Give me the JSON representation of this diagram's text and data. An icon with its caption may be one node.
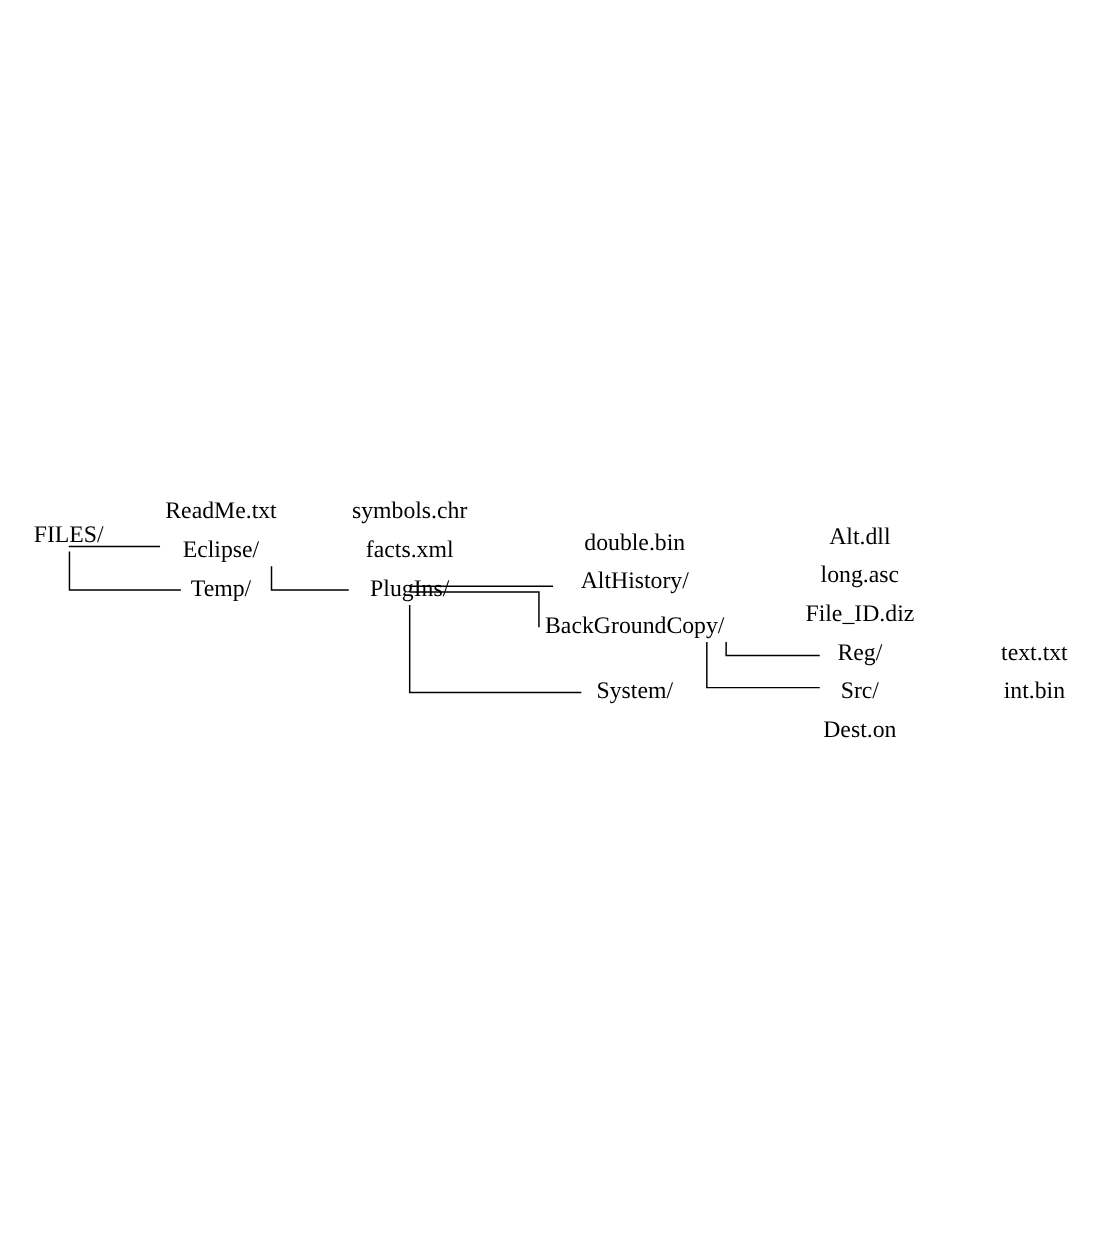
{
  "diagram": {
    "nodes": [
      {
        "text": [
          "FILES/"
        ]
      },
      {
        "text": [
          "ReadMe.txt"
        ]
      },
      {
        "text": [
          "Eclipse/"
        ]
      },
      {
        "text": [
          "symbols.chr"
        ]
      },
      {
        "text": [
          "facts.xml"
        ]
      },
      {
        "text": [
          "PlugIns/"
        ]
      },
      {
        "text": [
          "double.bin"
        ]
      },
      {
        "text": [
          "AltHistory/"
        ]
      },
      {
        "text": [
          "Alt.dll"
        ]
      },
      {
        "text": [
          "long.asc"
        ]
      },
      {
        "text": [
          "BackGroundCopy/"
        ]
      },
      {
        "text": [
          "File_ID.diz"
        ]
      },
      {
        "text": [
          "Reg/"
        ]
      },
      {
        "text": [
          "text.txt"
        ]
      },
      {
        "text": [
          "Src/"
        ]
      },
      {
        "text": [
          "int.bin"
        ]
      },
      {
        "text": [
          "System/"
        ]
      },
      {
        "text": [
          "Dest.on"
        ]
      },
      {
        "text": [
          "Temp/"
        ]
      }
    ],
    "edges": [
      {
        "from": 0,
        "to": 2,
        "arrow": "none"
      },
      {
        "from": 0,
        "to": 18,
        "arrow": "none"
      },
      {
        "from": 2,
        "to": 5,
        "arrow": "none"
      },
      {
        "from": 5,
        "to": 7,
        "arrow": "none"
      },
      {
        "from": 5,
        "to": 10,
        "arrow": "none"
      },
      {
        "from": 5,
        "to": 16,
        "arrow": "none"
      },
      {
        "from": 10,
        "to": 12,
        "arrow": "none"
      },
      {
        "from": 10,
        "to": 14,
        "arrow": "none"
      }
    ]
  }
}
